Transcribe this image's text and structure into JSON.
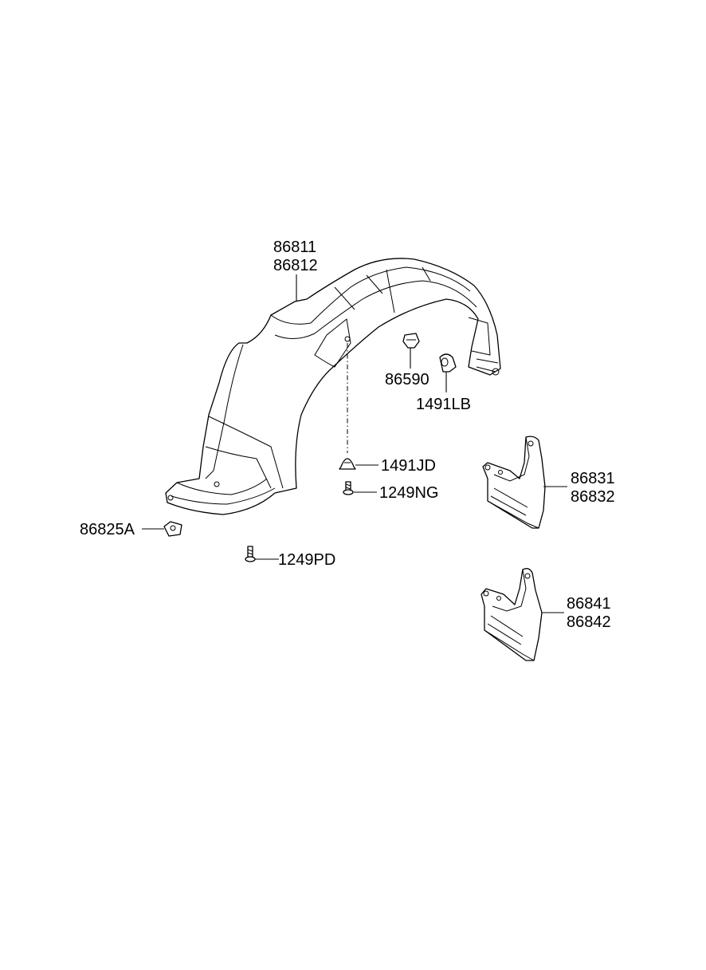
{
  "parts": {
    "fender_liner": {
      "num_a": "86811",
      "num_b": "86812"
    },
    "clip_86590": "86590",
    "clip_1491lb": "1491LB",
    "clip_1491jd": "1491JD",
    "screw_1249ng": "1249NG",
    "nut_86825a": "86825A",
    "screw_1249pd": "1249PD",
    "mudguard_front": {
      "num_a": "86831",
      "num_b": "86832"
    },
    "mudguard_rear": {
      "num_a": "86841",
      "num_b": "86842"
    }
  }
}
